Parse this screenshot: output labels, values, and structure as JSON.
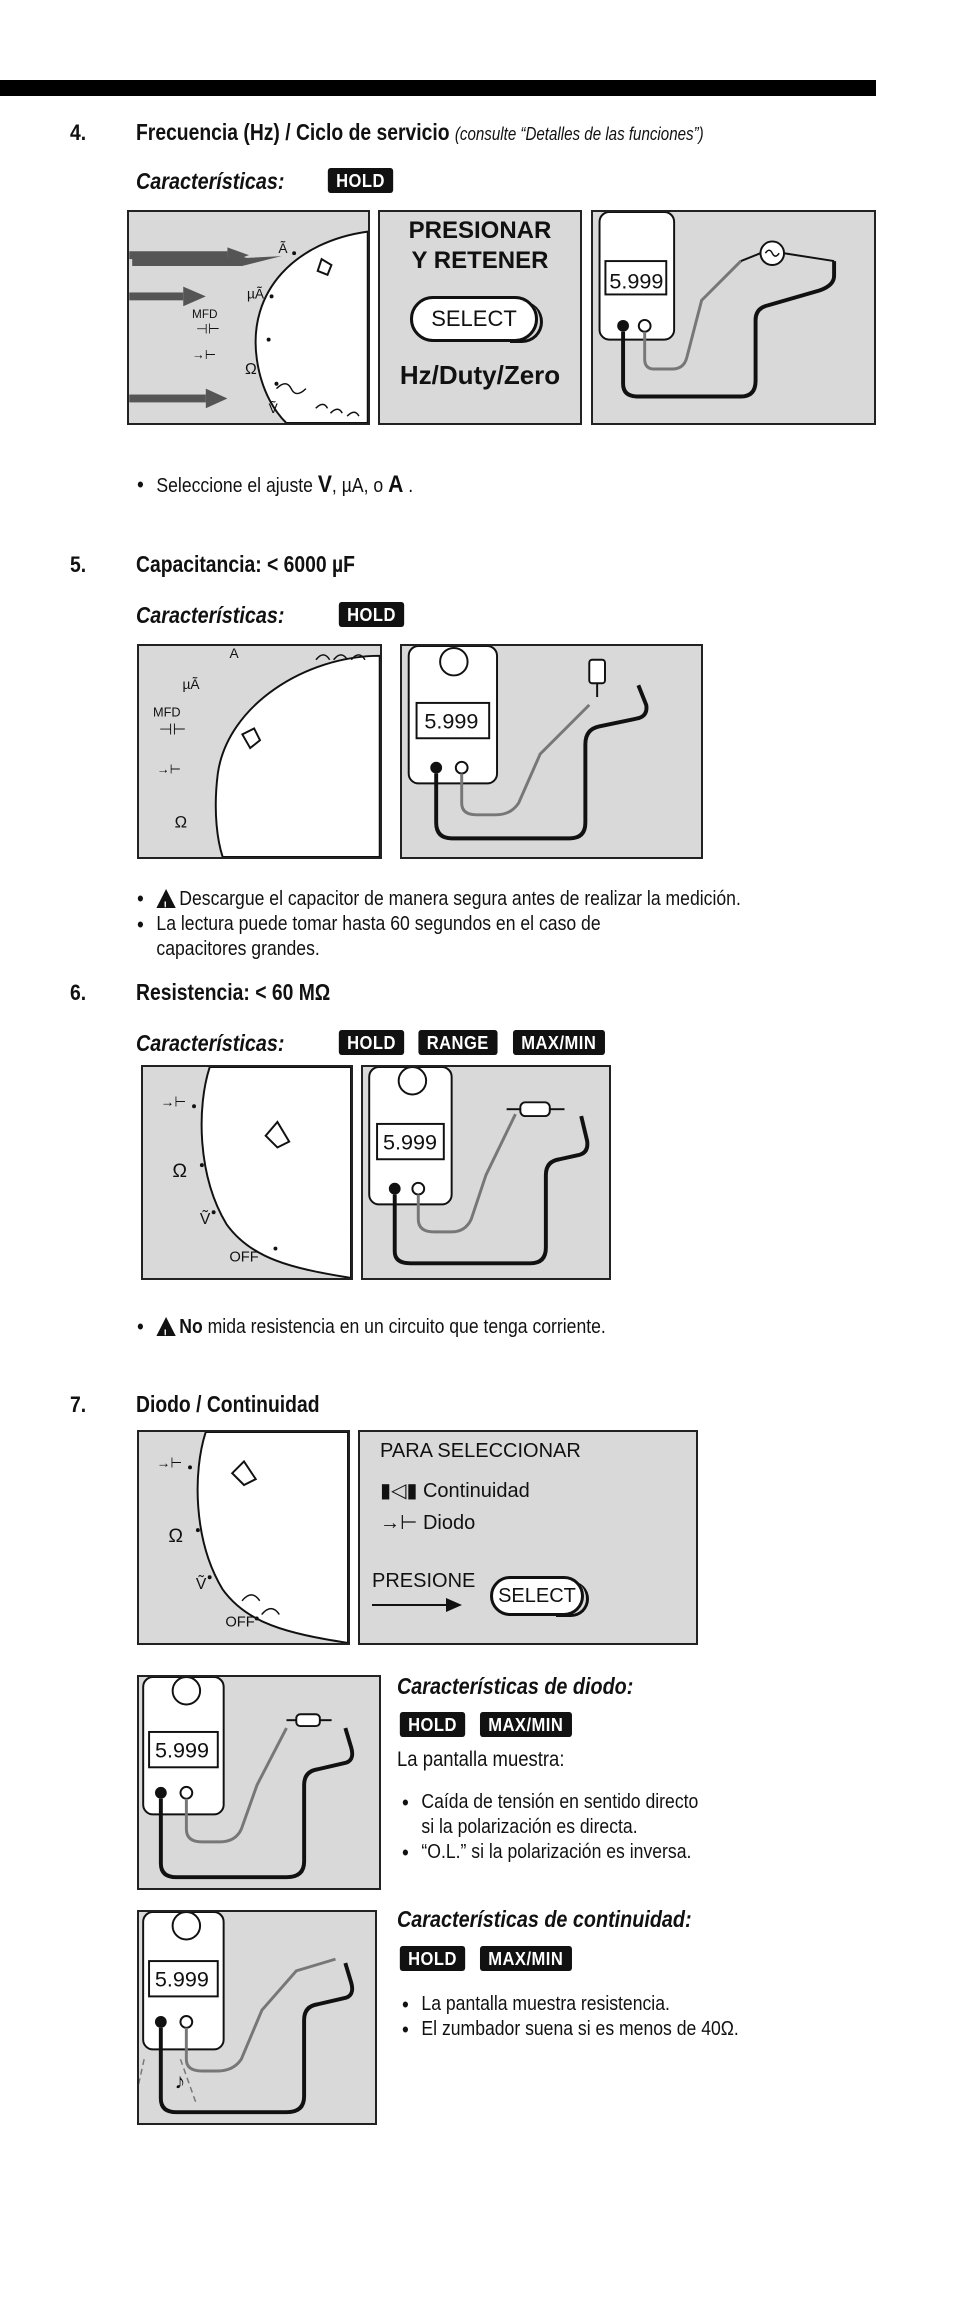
{
  "sections": {
    "freq": {
      "num": "4.",
      "title": "Frecuencia (Hz) / Ciclo de servicio",
      "note": "(consulte “Detalles de las funciones”)",
      "features_label": "Características:",
      "badges": [
        "HOLD"
      ],
      "dial_labels": [
        "Ã",
        "µÃ",
        "MFD",
        "Ω",
        "Ṽ"
      ],
      "press_title_1": "PRESIONAR",
      "press_title_2": "Y RETENER",
      "select_label": "SELECT",
      "press_footer": "Hz/Duty/Zero",
      "bullet_prefix": "Seleccione el ajuste",
      "bullet_v": "V",
      "bullet_ua": "µA",
      "bullet_o": ", o",
      "bullet_a": "A",
      "bullet_end": "."
    },
    "cap": {
      "num": "5.",
      "title": "Capacitancia: < 6000 µF",
      "features_label": "Características:",
      "badges": [
        "HOLD"
      ],
      "dial_labels": [
        "A",
        "µÃ",
        "MFD",
        "Ω"
      ],
      "bullets": [
        "Descargue el capacitor de manera segura antes de realizar la medición.",
        "La lectura puede tomar hasta 60 segundos en el caso de",
        "capacitores grandes."
      ]
    },
    "res": {
      "num": "6.",
      "title": "Resistencia: < 60 MΩ",
      "features_label": "Características:",
      "badges": [
        "HOLD",
        "RANGE",
        "MAX/MIN"
      ],
      "dial_labels": [
        "Ω",
        "Ṽ",
        "OFF"
      ],
      "bullet_bold": "No",
      "bullet_rest": "mida resistencia en un circuito que tenga corriente."
    },
    "diode": {
      "num": "7.",
      "title": "Diodo / Continuidad",
      "dial_labels": [
        "Ω",
        "Ṽ",
        "OFF"
      ],
      "select_title": "PARA SELECCIONAR",
      "opt_continuity": "Continuidad",
      "opt_diode": "Diodo",
      "press_label": "PRESIONE",
      "select_label": "SELECT",
      "diode_head": "Características de diodo:",
      "diode_badges": [
        "HOLD",
        "MAX/MIN"
      ],
      "diode_display": "La pantalla muestra:",
      "diode_bullets": [
        "Caída de tensión en sentido directo",
        "si la polarización es directa.",
        "“O.L.” si la polarización es inversa."
      ],
      "cont_head": "Características de continuidad:",
      "cont_badges": [
        "HOLD",
        "MAX/MIN"
      ],
      "cont_bullets": [
        "La pantalla muestra resistencia.",
        "El zumbador suena si es menos de 40Ω."
      ]
    }
  },
  "meter": {
    "reading": "5.999"
  }
}
